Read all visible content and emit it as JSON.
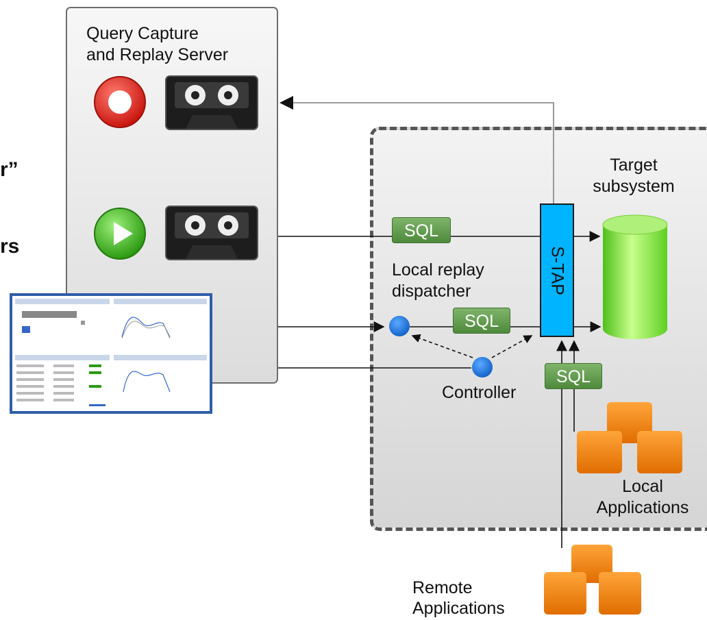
{
  "server": {
    "title_line1": "Query Capture",
    "title_line2": "and Replay Server"
  },
  "left_fragments": {
    "frag1": "r”",
    "frag2": "rs"
  },
  "target": {
    "title_line1": "Target",
    "title_line2": "subsystem"
  },
  "sql_label": "SQL",
  "stap_label": "S-TAP",
  "dispatcher": {
    "line1": "Local replay",
    "line2": "dispatcher"
  },
  "controller_label": "Controller",
  "local_apps": {
    "line1": "Local",
    "line2": "Applications"
  },
  "remote_apps": {
    "line1": "Remote",
    "line2": "Applications"
  },
  "colors": {
    "sql_green": "#5a9646",
    "stap_blue": "#00b4ff",
    "cylinder_green": "#7de83a",
    "app_orange": "#f08a0c",
    "record_red": "#e6231c",
    "play_green": "#3fb21f"
  },
  "icons": [
    "record-icon",
    "play-icon",
    "cassette-icon",
    "report-icon",
    "cylinder-icon",
    "app-cubes-icon"
  ]
}
